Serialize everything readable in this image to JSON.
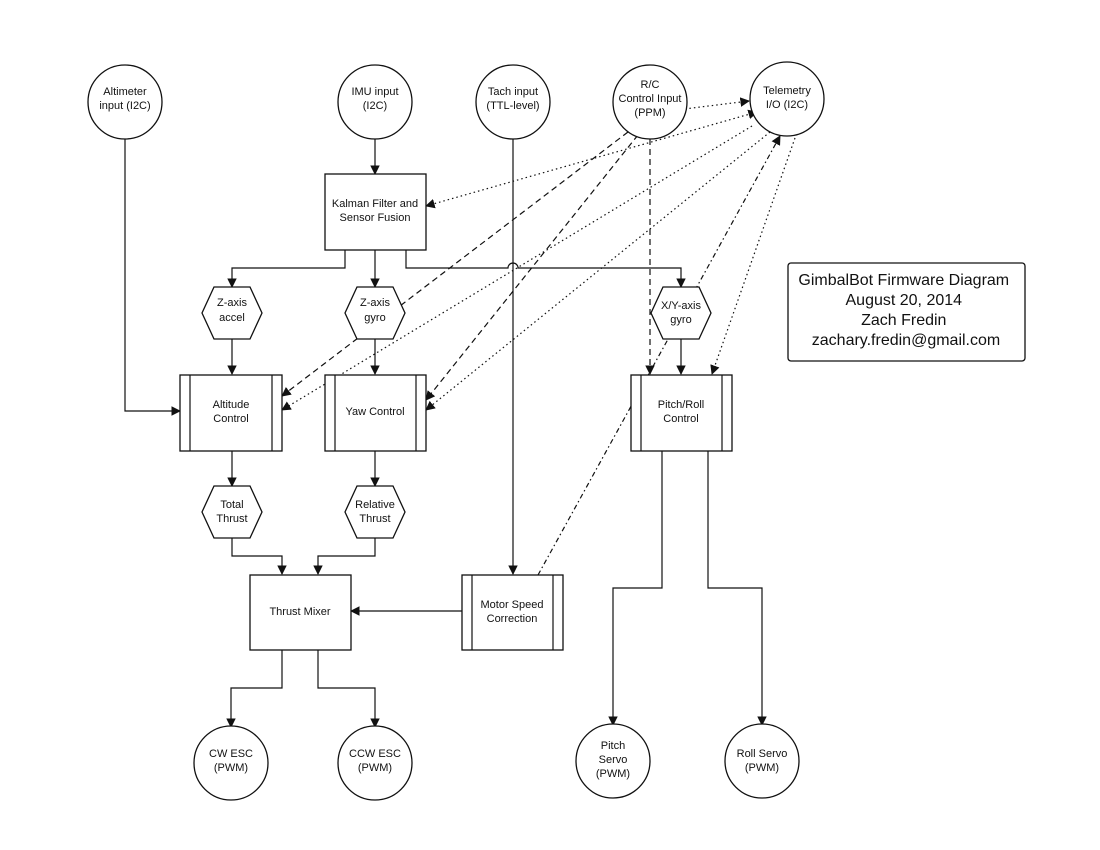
{
  "title_block": {
    "lines": [
      "GimbalBot Firmware Diagram",
      "August 20, 2014",
      "Zach Fredin",
      "zachary.fredin@gmail.com"
    ]
  },
  "nodes": {
    "altimeter": {
      "lines": [
        "Altimeter",
        "input (I2C)"
      ],
      "shape": "circle"
    },
    "imu": {
      "lines": [
        "IMU input",
        "(I2C)"
      ],
      "shape": "circle"
    },
    "tach": {
      "lines": [
        "Tach input",
        "(TTL-level)"
      ],
      "shape": "circle"
    },
    "rc": {
      "lines": [
        "R/C",
        "Control Input",
        "(PPM)"
      ],
      "shape": "circle"
    },
    "telemetry": {
      "lines": [
        "Telemetry",
        "I/O (I2C)"
      ],
      "shape": "circle"
    },
    "kalman": {
      "lines": [
        "Kalman Filter and",
        "Sensor Fusion"
      ],
      "shape": "box"
    },
    "z_accel": {
      "lines": [
        "Z-axis",
        "accel"
      ],
      "shape": "hexagon"
    },
    "z_gyro": {
      "lines": [
        "Z-axis",
        "gyro"
      ],
      "shape": "hexagon"
    },
    "xy_gyro": {
      "lines": [
        "X/Y-axis",
        "gyro"
      ],
      "shape": "hexagon"
    },
    "altitude": {
      "lines": [
        "Altitude",
        "Control"
      ],
      "shape": "process"
    },
    "yaw": {
      "lines": [
        "Yaw Control"
      ],
      "shape": "process"
    },
    "pitchroll": {
      "lines": [
        "Pitch/Roll",
        "Control"
      ],
      "shape": "process"
    },
    "total_thrust": {
      "lines": [
        "Total",
        "Thrust"
      ],
      "shape": "hexagon"
    },
    "relative_thrust": {
      "lines": [
        "Relative",
        "Thrust"
      ],
      "shape": "hexagon"
    },
    "thrust_mixer": {
      "lines": [
        "Thrust Mixer"
      ],
      "shape": "box"
    },
    "motor_speed": {
      "lines": [
        "Motor Speed",
        "Correction"
      ],
      "shape": "process"
    },
    "cw_esc": {
      "lines": [
        "CW ESC",
        "(PWM)"
      ],
      "shape": "circle"
    },
    "ccw_esc": {
      "lines": [
        "CCW ESC",
        "(PWM)"
      ],
      "shape": "circle"
    },
    "pitch_servo": {
      "lines": [
        "Pitch",
        "Servo",
        "(PWM)"
      ],
      "shape": "circle"
    },
    "roll_servo": {
      "lines": [
        "Roll Servo",
        "(PWM)"
      ],
      "shape": "circle"
    }
  },
  "edges": [
    {
      "from": "altimeter",
      "to": "altitude",
      "style": "solid"
    },
    {
      "from": "imu",
      "to": "kalman",
      "style": "solid"
    },
    {
      "from": "kalman",
      "to": "z_accel",
      "style": "solid"
    },
    {
      "from": "kalman",
      "to": "z_gyro",
      "style": "solid"
    },
    {
      "from": "kalman",
      "to": "xy_gyro",
      "style": "solid"
    },
    {
      "from": "z_accel",
      "to": "altitude",
      "style": "solid"
    },
    {
      "from": "z_gyro",
      "to": "yaw",
      "style": "solid"
    },
    {
      "from": "xy_gyro",
      "to": "pitchroll",
      "style": "solid"
    },
    {
      "from": "altitude",
      "to": "total_thrust",
      "style": "solid"
    },
    {
      "from": "yaw",
      "to": "relative_thrust",
      "style": "solid"
    },
    {
      "from": "total_thrust",
      "to": "thrust_mixer",
      "style": "solid"
    },
    {
      "from": "relative_thrust",
      "to": "thrust_mixer",
      "style": "solid"
    },
    {
      "from": "tach",
      "to": "motor_speed",
      "style": "solid"
    },
    {
      "from": "motor_speed",
      "to": "thrust_mixer",
      "style": "solid"
    },
    {
      "from": "thrust_mixer",
      "to": "cw_esc",
      "style": "solid"
    },
    {
      "from": "thrust_mixer",
      "to": "ccw_esc",
      "style": "solid"
    },
    {
      "from": "pitchroll",
      "to": "pitch_servo",
      "style": "solid"
    },
    {
      "from": "pitchroll",
      "to": "roll_servo",
      "style": "solid"
    },
    {
      "from": "rc",
      "to": "altitude",
      "style": "dashed"
    },
    {
      "from": "rc",
      "to": "yaw",
      "style": "dashed"
    },
    {
      "from": "rc",
      "to": "pitchroll",
      "style": "dashed"
    },
    {
      "from": "rc",
      "to": "telemetry",
      "style": "dotted"
    },
    {
      "from": "kalman",
      "to": "telemetry",
      "style": "dotted"
    },
    {
      "from": "telemetry",
      "to": "altitude",
      "style": "dotted"
    },
    {
      "from": "telemetry",
      "to": "yaw",
      "style": "dotted"
    },
    {
      "from": "telemetry",
      "to": "pitchroll",
      "style": "dotted"
    },
    {
      "from": "motor_speed",
      "to": "telemetry",
      "style": "dotted"
    }
  ]
}
